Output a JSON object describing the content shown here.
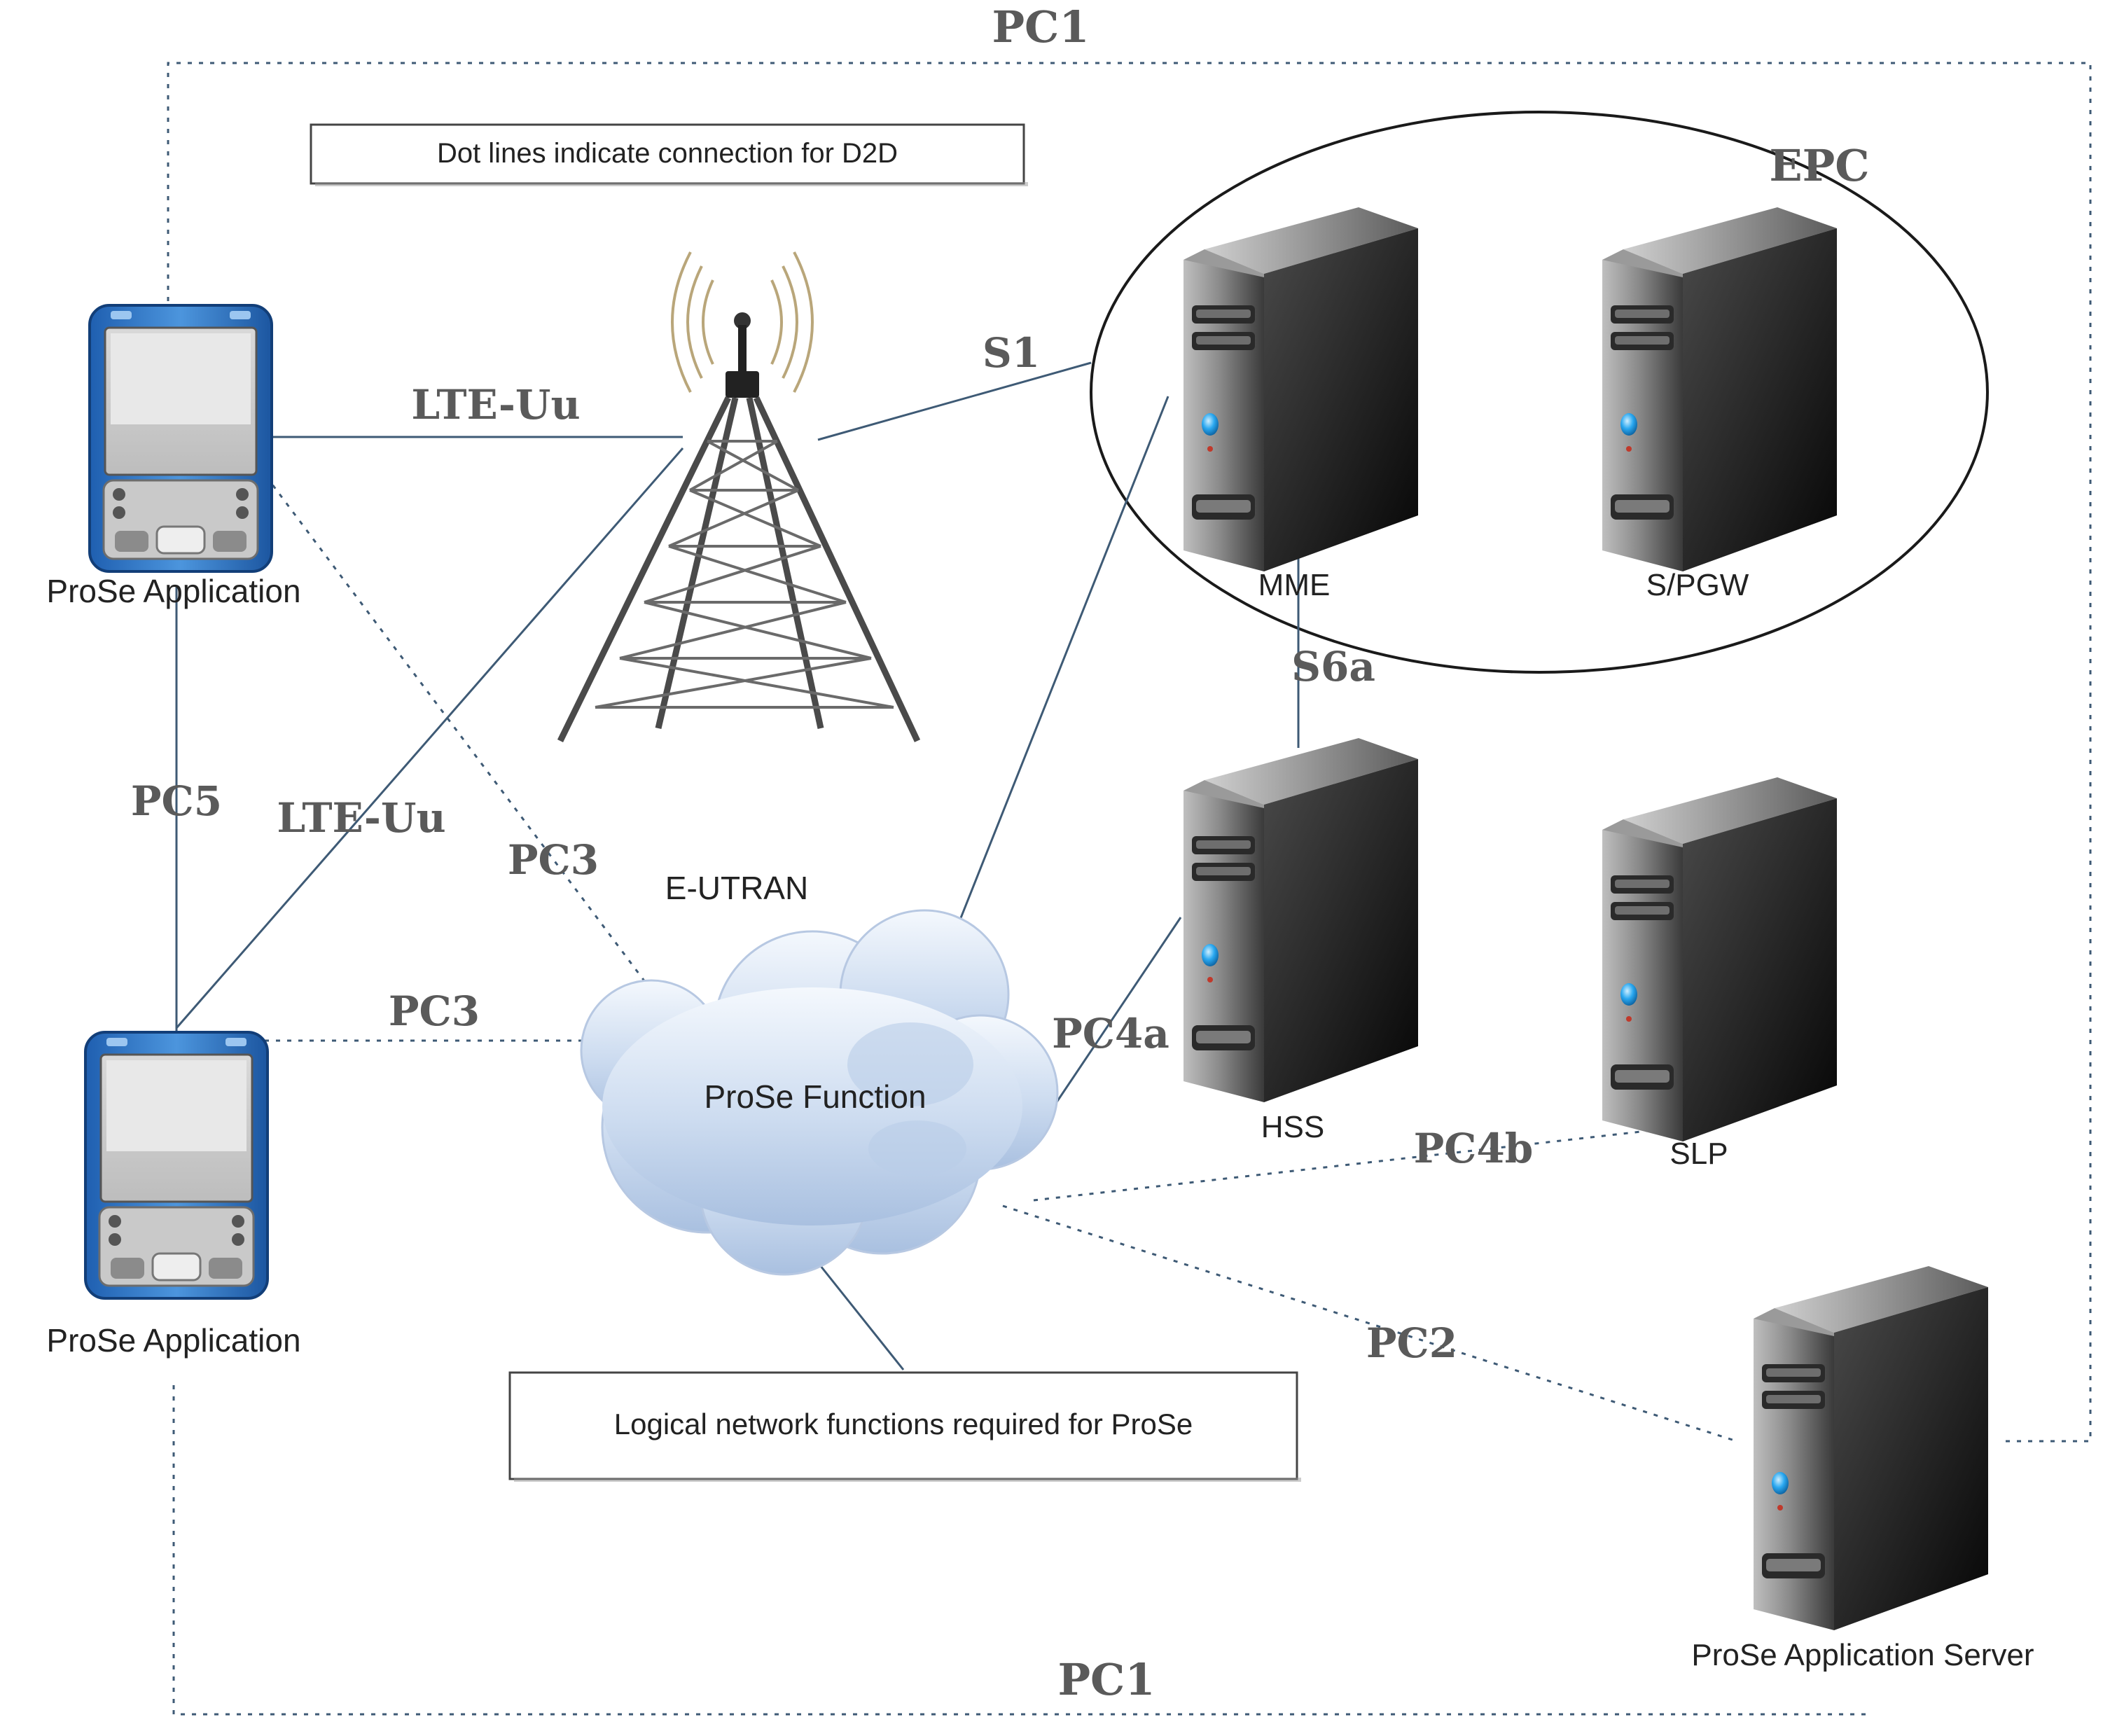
{
  "notes": {
    "dotted_legend": "Dot lines indicate connection for D2D",
    "logical_functions": "Logical network functions required for ProSe"
  },
  "nodes": {
    "ue_top": "ProSe Application",
    "ue_bottom": "ProSe Application",
    "enb": "E-UTRAN",
    "epc": "EPC",
    "mme": "MME",
    "spgw": "S/PGW",
    "hss": "HSS",
    "slp": "SLP",
    "prose_function": "ProSe Function",
    "app_server": "ProSe Application Server"
  },
  "interfaces": {
    "pc1_top": "PC1",
    "pc1_bottom": "PC1",
    "lte_uu_top": "LTE-Uu",
    "lte_uu_bottom": "LTE-Uu",
    "s1": "S1",
    "s6a": "S6a",
    "pc5": "PC5",
    "pc3_diag": "PC3",
    "pc3_horiz": "PC3",
    "pc4a": "PC4a",
    "pc4b": "PC4b",
    "pc2": "PC2"
  },
  "icons": {
    "ue": "handheld-device-icon",
    "tower": "cell-tower-icon",
    "server": "server-icon",
    "cloud": "cloud-icon"
  },
  "colors": {
    "line": "#3e5a75",
    "device_blue": "#2f79c7",
    "cloud": "#c6d7ee",
    "server_dark": "#1e1e1e"
  }
}
